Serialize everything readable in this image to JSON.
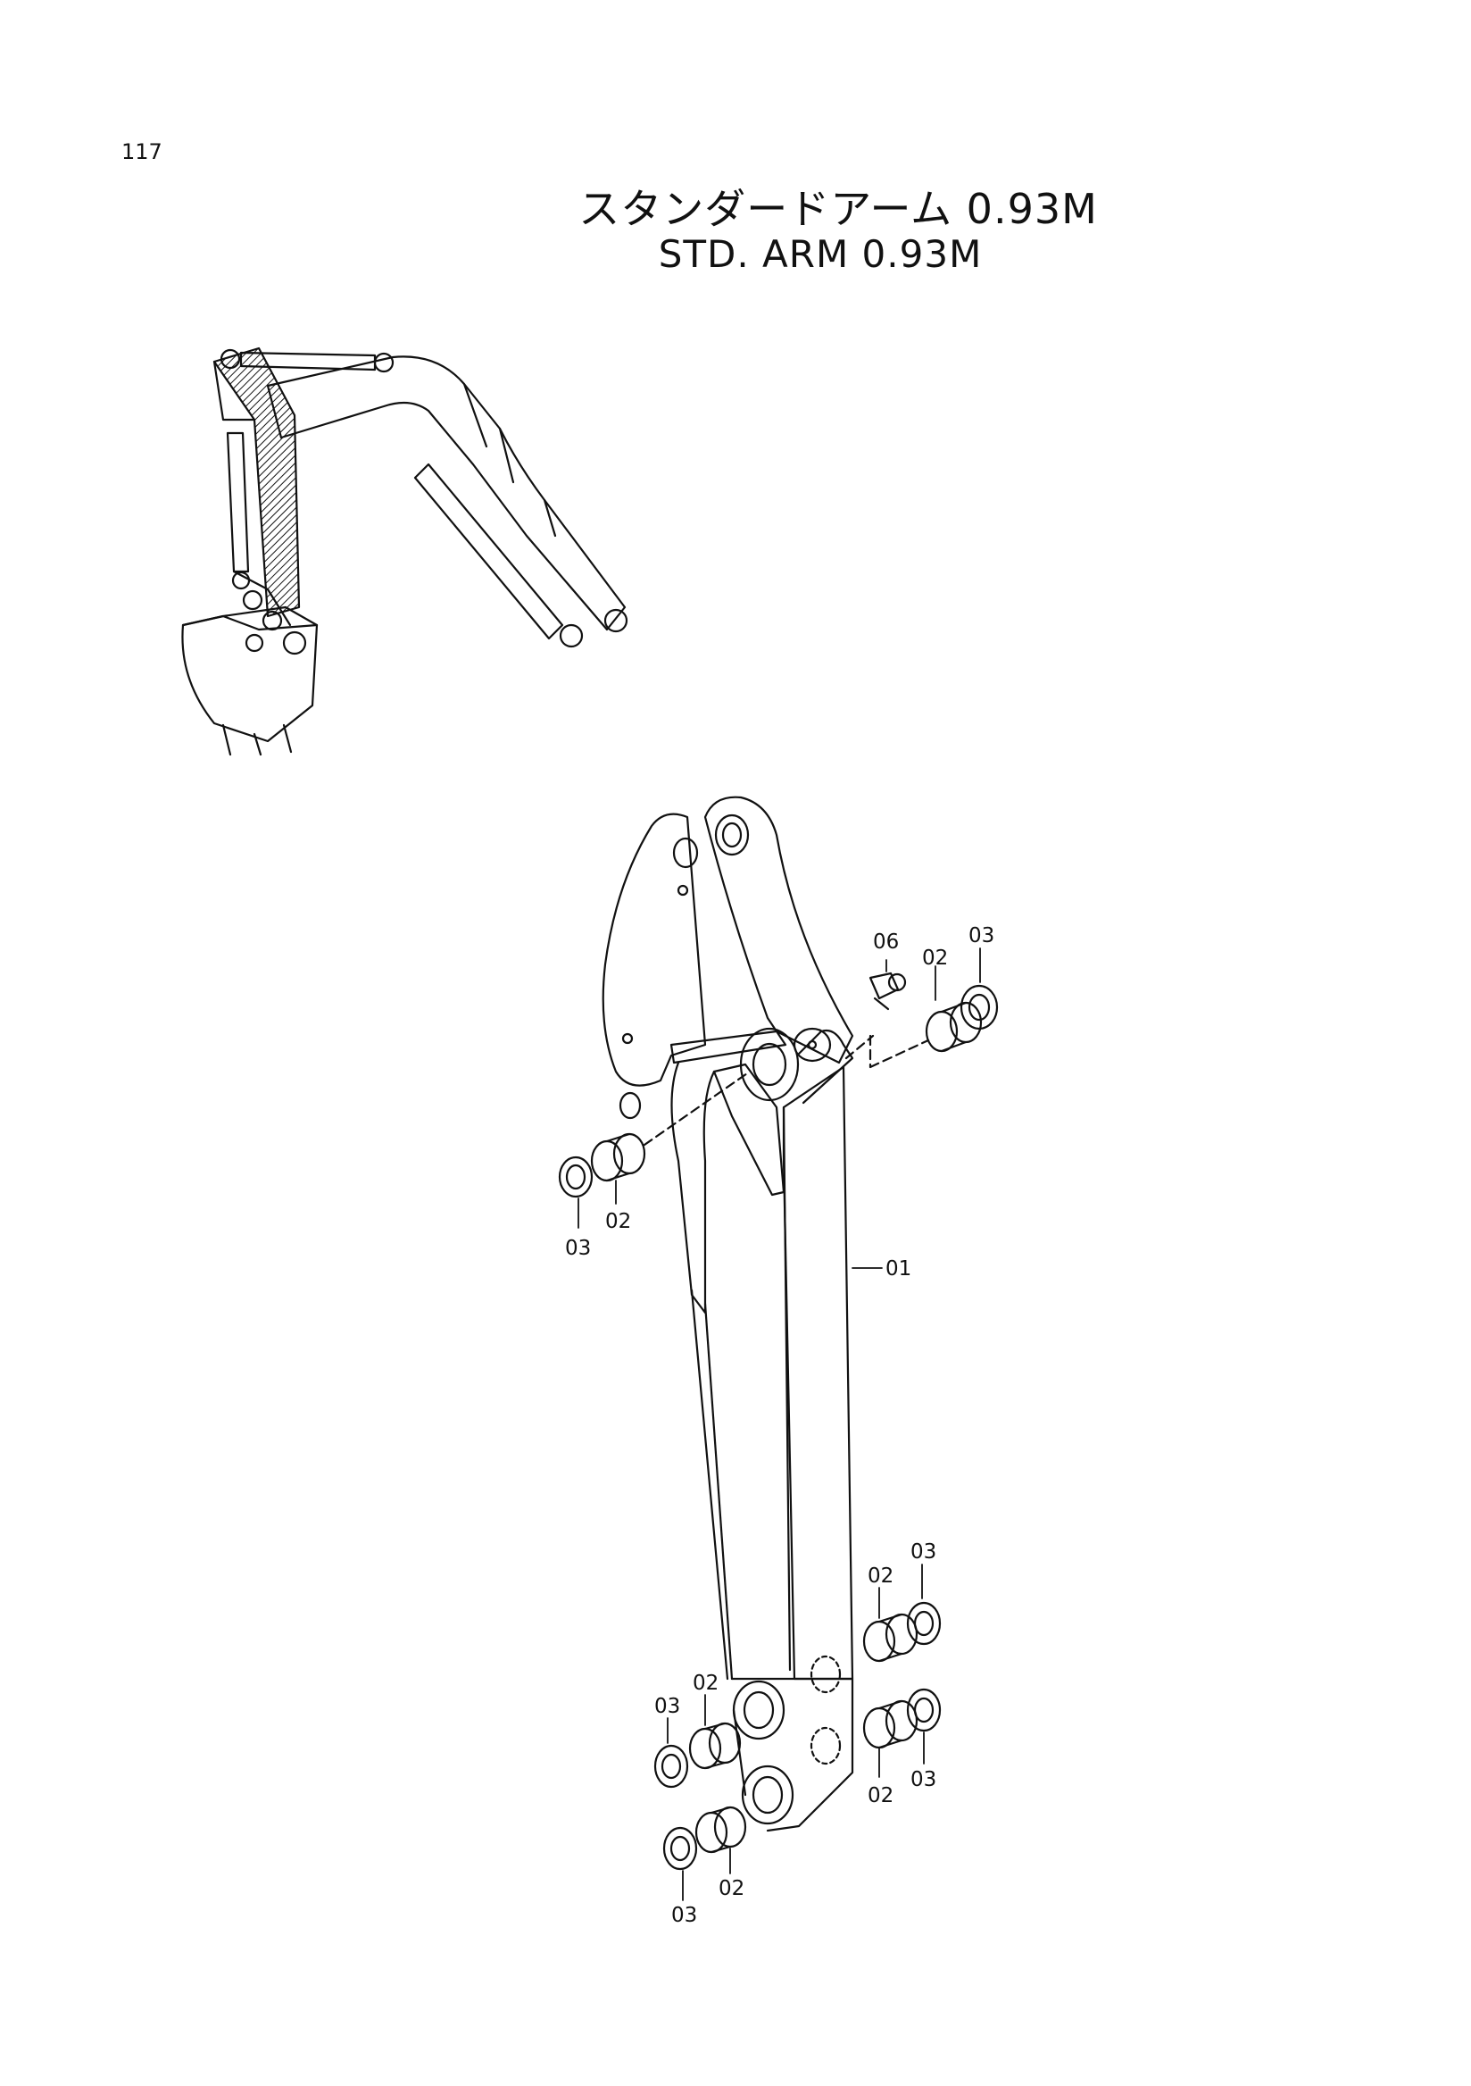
{
  "page": {
    "number": "117"
  },
  "title": {
    "japanese": "スタンダードアーム 0.93M",
    "english": "STD. ARM 0.93M"
  },
  "callouts": {
    "arm": "01",
    "bushing": "02",
    "seal": "03",
    "grease_fitting": "06"
  }
}
